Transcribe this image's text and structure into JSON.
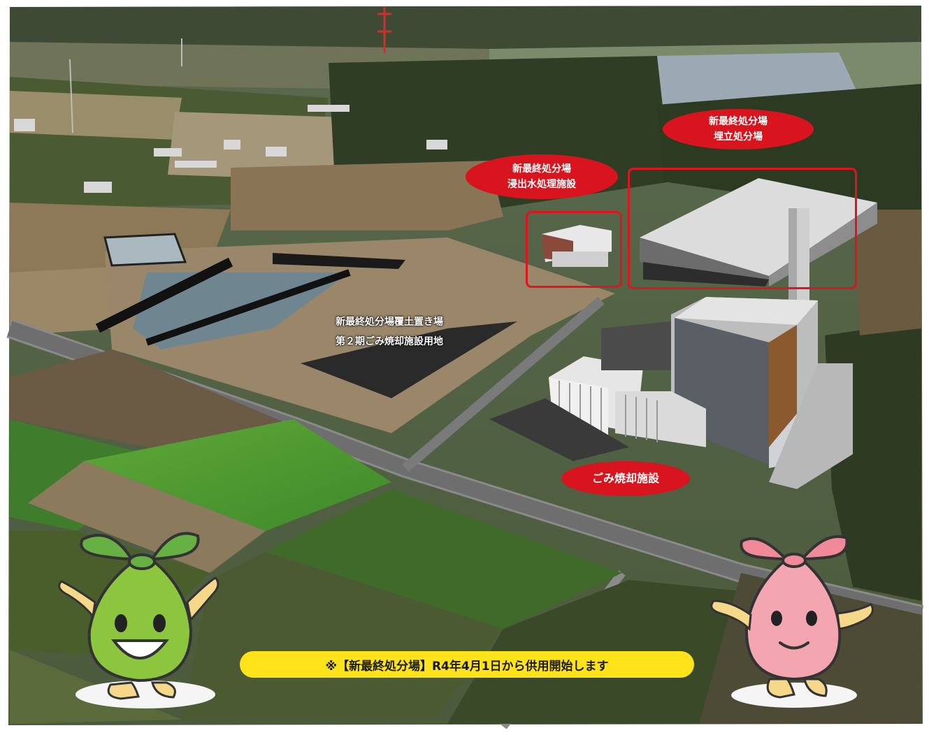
{
  "labels": {
    "landfill": {
      "line1": "新最終処分場",
      "line2": "埋立処分場"
    },
    "leachate": {
      "line1": "新最終処分場",
      "line2": "浸出水処理施設"
    },
    "incinerator": "ごみ焼却施設",
    "cover_soil": {
      "line1": "新最終処分場覆土置き場",
      "line2": "第２期ごみ焼却施設用地"
    }
  },
  "notice": "※【新最終処分場】R4年4月1日から供用開始します",
  "colors": {
    "label_red": "#d8141e",
    "frame_red": "#e0141e",
    "banner_yellow": "#ffe31a",
    "mascot_green": "#8cc63f",
    "mascot_pink": "#f4a6b0"
  },
  "mascots": [
    "green-mascot",
    "pink-mascot"
  ]
}
